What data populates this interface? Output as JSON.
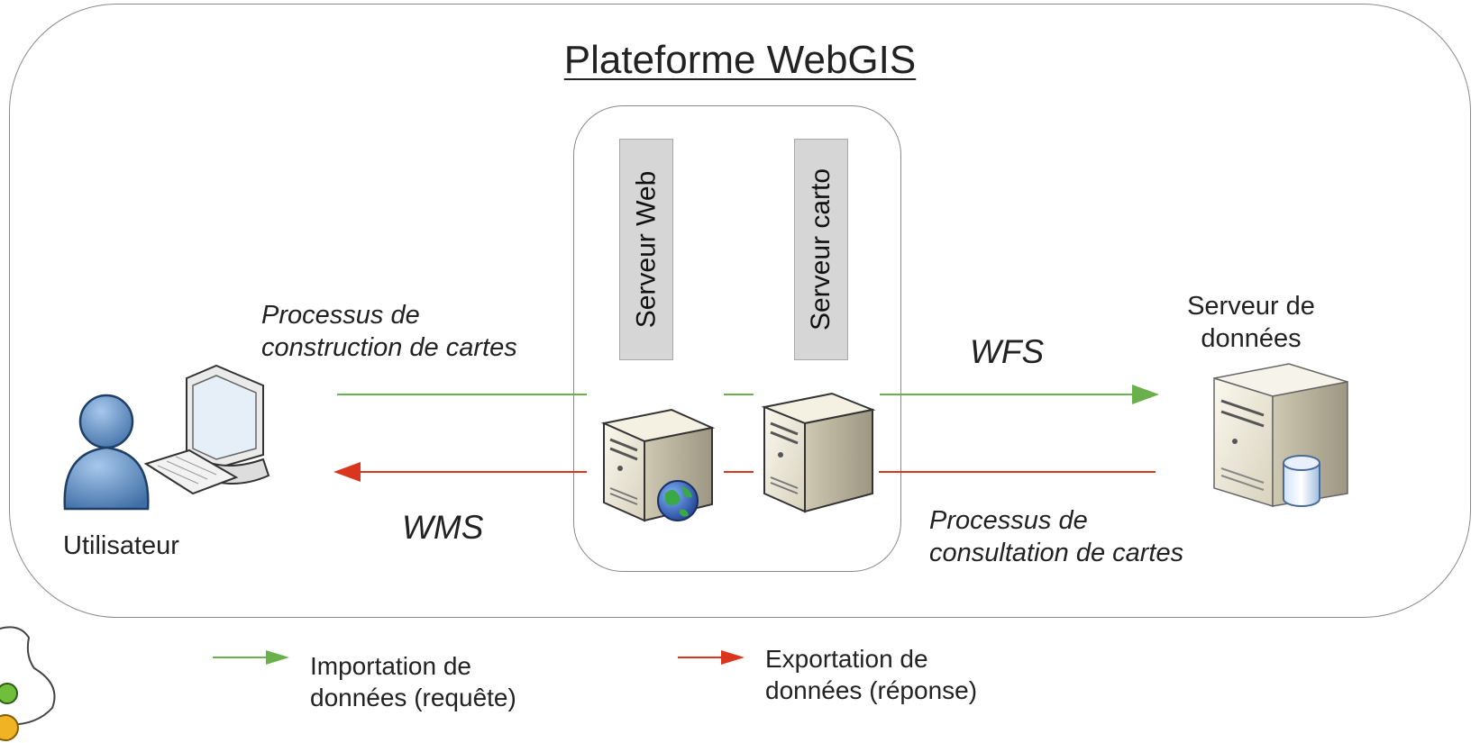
{
  "title": "Plateforme WebGIS",
  "servers": {
    "web": "Serveur Web",
    "carto": "Serveur carto",
    "data_line1": "Serveur de",
    "data_line2": "données"
  },
  "user_label": "Utilisateur",
  "flows": {
    "construction_line1": "Processus de",
    "construction_line2": "construction de cartes",
    "consultation_line1": "Processus de",
    "consultation_line2": "consultation de cartes",
    "wfs": "WFS",
    "wms": "WMS"
  },
  "legend": {
    "import_line1": "Importation de",
    "import_line2": "données (requête)",
    "export_line1": "Exportation de",
    "export_line2": "données (réponse)"
  },
  "colors": {
    "import_arrow": "#6ab04c",
    "export_arrow": "#d9361d",
    "frame": "#8a8a8a"
  }
}
